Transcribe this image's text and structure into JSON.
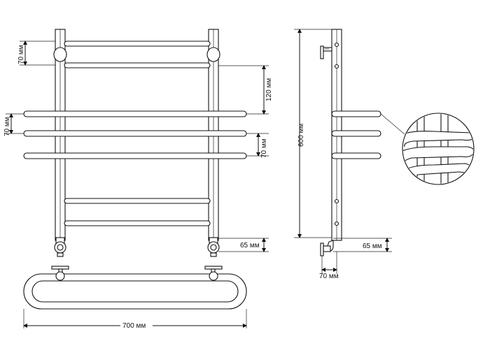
{
  "labels": {
    "front_spacing_top": "70 мм",
    "front_spacing_upper": "120 мм",
    "front_shelf_left": "70 мм",
    "front_shelf_right": "70 мм",
    "front_wall_offset": "65 мм",
    "bottom_width": "700 мм",
    "side_height": "600 мм",
    "side_wall_offset": "65 мм",
    "side_bracket": "70 мм"
  }
}
